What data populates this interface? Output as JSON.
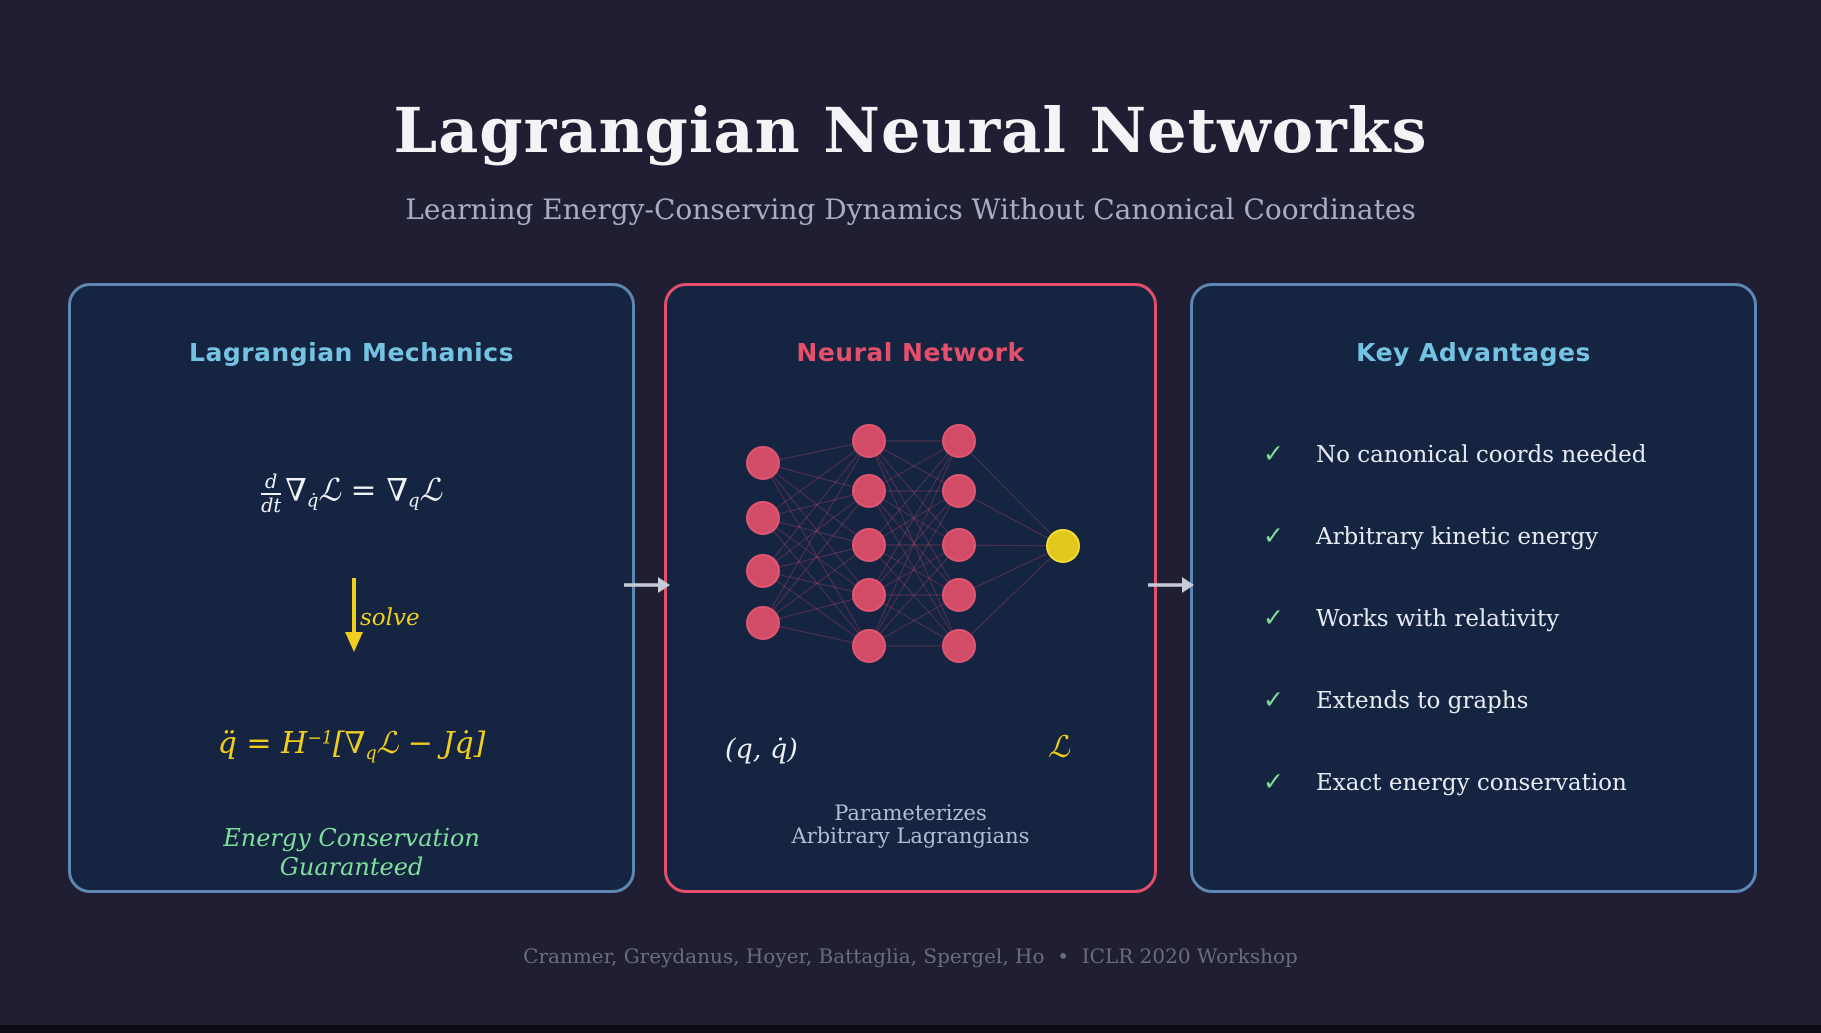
{
  "page": {
    "title": "Lagrangian Neural Networks",
    "subtitle": "Learning Energy-Conserving Dynamics Without Canonical Coordinates",
    "footer": "Cranmer, Greydanus, Hoyer, Battaglia, Spergel, Ho  •  ICLR 2020 Workshop"
  },
  "colors": {
    "background": "#1f1e32",
    "panel_fill": "#142441",
    "panel_border_blue": "#5e87b5",
    "panel_border_red": "#e54f6c",
    "accent_cyan": "#74c3e2",
    "accent_red": "#e54f6c",
    "accent_yellow": "#f0ce1e",
    "accent_green": "#7edf9d",
    "node_pink_fill": "#d24c67",
    "node_pink_stroke": "#e15672",
    "node_yellow_fill": "#e2c81c",
    "node_yellow_stroke": "#f5dd33",
    "edge_color": "rgba(228,82,112,0.30)",
    "flow_arrow": "#c6cbd8"
  },
  "panels": {
    "mechanics": {
      "title": "Lagrangian Mechanics",
      "eq1": {
        "frac_num": "d",
        "frac_den": "dt",
        "nabla1": "∇",
        "sub1": "q̇",
        "L1": "ℒ",
        "equals": " = ",
        "nabla2": "∇",
        "sub2": "q",
        "L2": "ℒ"
      },
      "solve_label": "solve",
      "eq2": {
        "lhs": "q̈ = ",
        "H": "H",
        "sup": "−1",
        "open": "[",
        "nabla": "∇",
        "sub": "q",
        "rest": "ℒ − Jq̇]"
      },
      "note_line1": "Energy Conservation",
      "note_line2": "Guaranteed"
    },
    "network": {
      "title": "Neural Network",
      "input_label": "(q, q̇)",
      "output_label": "ℒ",
      "caption_line1": "Parameterizes",
      "caption_line2": "Arbitrary Lagrangians",
      "geometry": {
        "layer_x": [
          96,
          202,
          292,
          396
        ],
        "layer_ys": [
          [
            177,
            232,
            285,
            337
          ],
          [
            155,
            205,
            259,
            309,
            360
          ],
          [
            155,
            205,
            259,
            309,
            360
          ],
          [
            260
          ]
        ],
        "node_radius": 16
      }
    },
    "advantages": {
      "title": "Key Advantages",
      "check_icon": "✓",
      "items": [
        "No canonical coords needed",
        "Arbitrary kinetic energy",
        "Works with relativity",
        "Extends to graphs",
        "Exact energy conservation"
      ]
    }
  }
}
